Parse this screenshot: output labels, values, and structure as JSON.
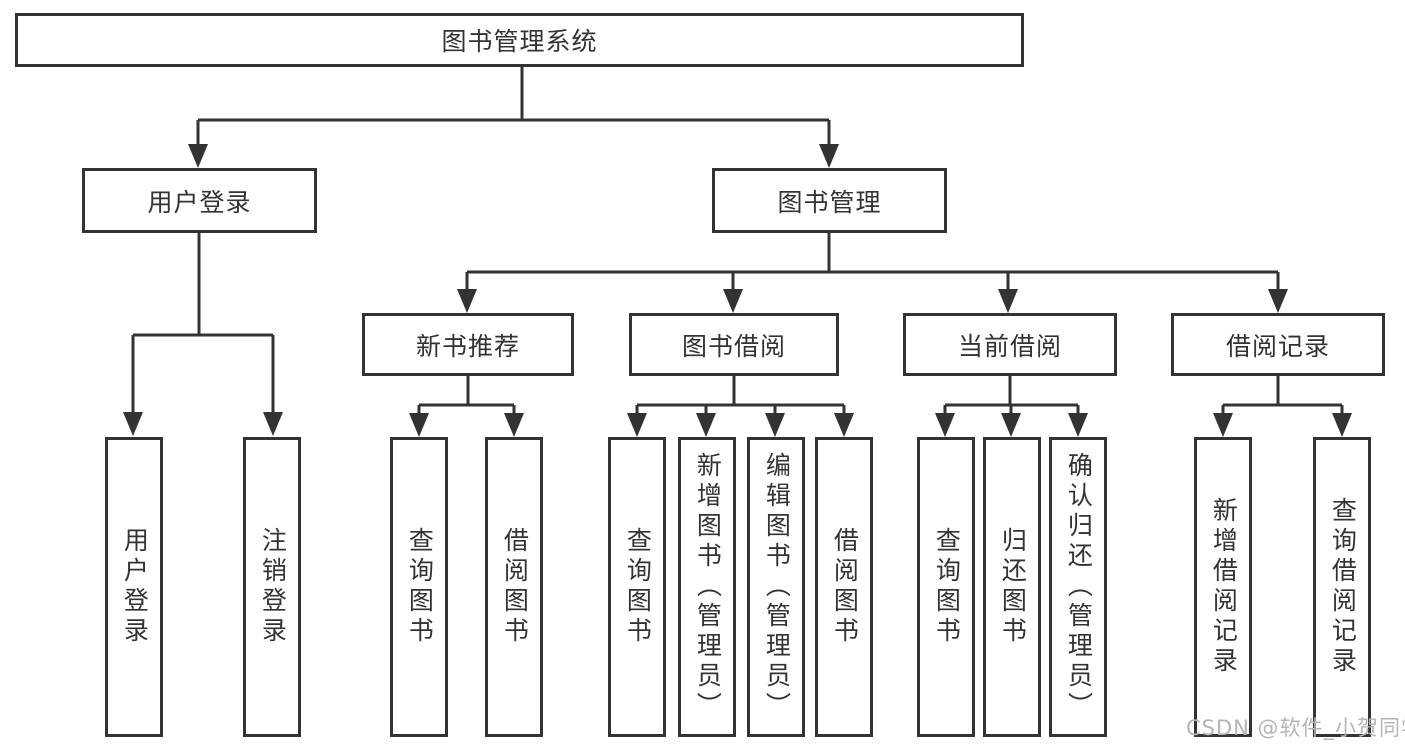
{
  "root": {
    "label": "图书管理系统"
  },
  "branches": [
    {
      "label": "用户登录",
      "children": [
        {
          "label": "用户登录"
        },
        {
          "label": "注销登录"
        }
      ]
    },
    {
      "label": "图书管理",
      "children": [
        {
          "label": "新书推荐",
          "children": [
            {
              "label": "查询图书"
            },
            {
              "label": "借阅图书"
            }
          ]
        },
        {
          "label": "图书借阅",
          "children": [
            {
              "label": "查询图书"
            },
            {
              "label": "新增图书（管理员）"
            },
            {
              "label": "编辑图书（管理员）"
            },
            {
              "label": "借阅图书"
            }
          ]
        },
        {
          "label": "当前借阅",
          "children": [
            {
              "label": "查询图书"
            },
            {
              "label": "归还图书"
            },
            {
              "label": "确认归还（管理员）"
            }
          ]
        },
        {
          "label": "借阅记录",
          "children": [
            {
              "label": "新增借阅记录"
            },
            {
              "label": "查询借阅记录"
            }
          ]
        }
      ]
    }
  ],
  "watermark": {
    "text": "CSDN @软件_小贺同学"
  },
  "colors": {
    "line": "#333333",
    "text": "#333333",
    "box_background": "#ffffff",
    "watermark": "#b5b5b5",
    "background": "#ffffff"
  }
}
